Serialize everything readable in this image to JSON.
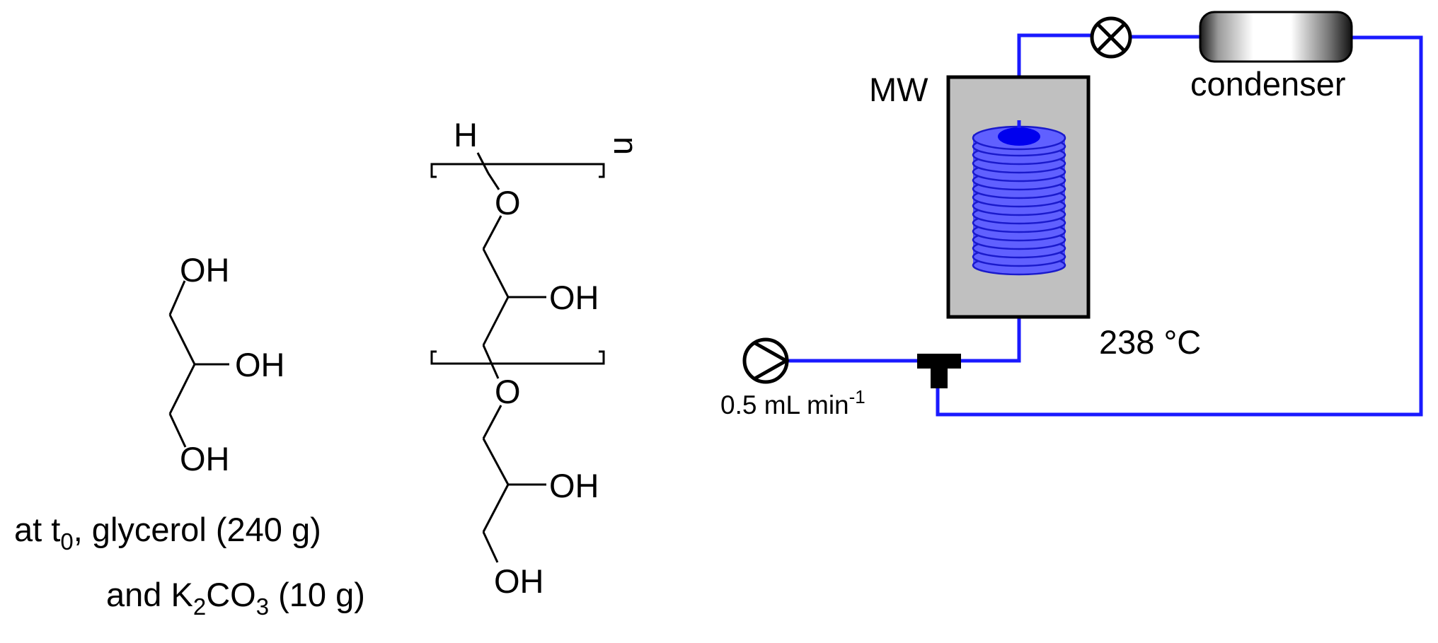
{
  "glycerol": {
    "oh_top": "OH",
    "oh_mid": "OH",
    "oh_bottom": "OH"
  },
  "polymer": {
    "h_label": "H",
    "repeat_label": "n",
    "o1": "O",
    "oh1": "OH",
    "o2": "O",
    "oh2": "OH",
    "oh_end": "OH"
  },
  "caption": {
    "line1_prefix": "at t",
    "line1_sub": "0",
    "line1_suffix": ", glycerol (240 g)",
    "line2_prefix": "and K",
    "line2_sub1": "2",
    "line2_mid": "CO",
    "line2_sub2": "3",
    "line2_suffix": " (10 g)"
  },
  "flow": {
    "reactor_label": "MW",
    "condenser_label": "condenser",
    "temperature": "238 °C",
    "flow_rate": "0.5 mL min",
    "flow_rate_exp": "-1",
    "colors": {
      "tubing": "#1a1aff",
      "coil": "#5050ff",
      "coil_top": "#0000ee",
      "reactor_fill": "#c0c0c0"
    },
    "icons": [
      "pump-icon",
      "valve-icon",
      "t-mixer-icon",
      "coil-reactor-icon",
      "condenser-icon"
    ]
  }
}
